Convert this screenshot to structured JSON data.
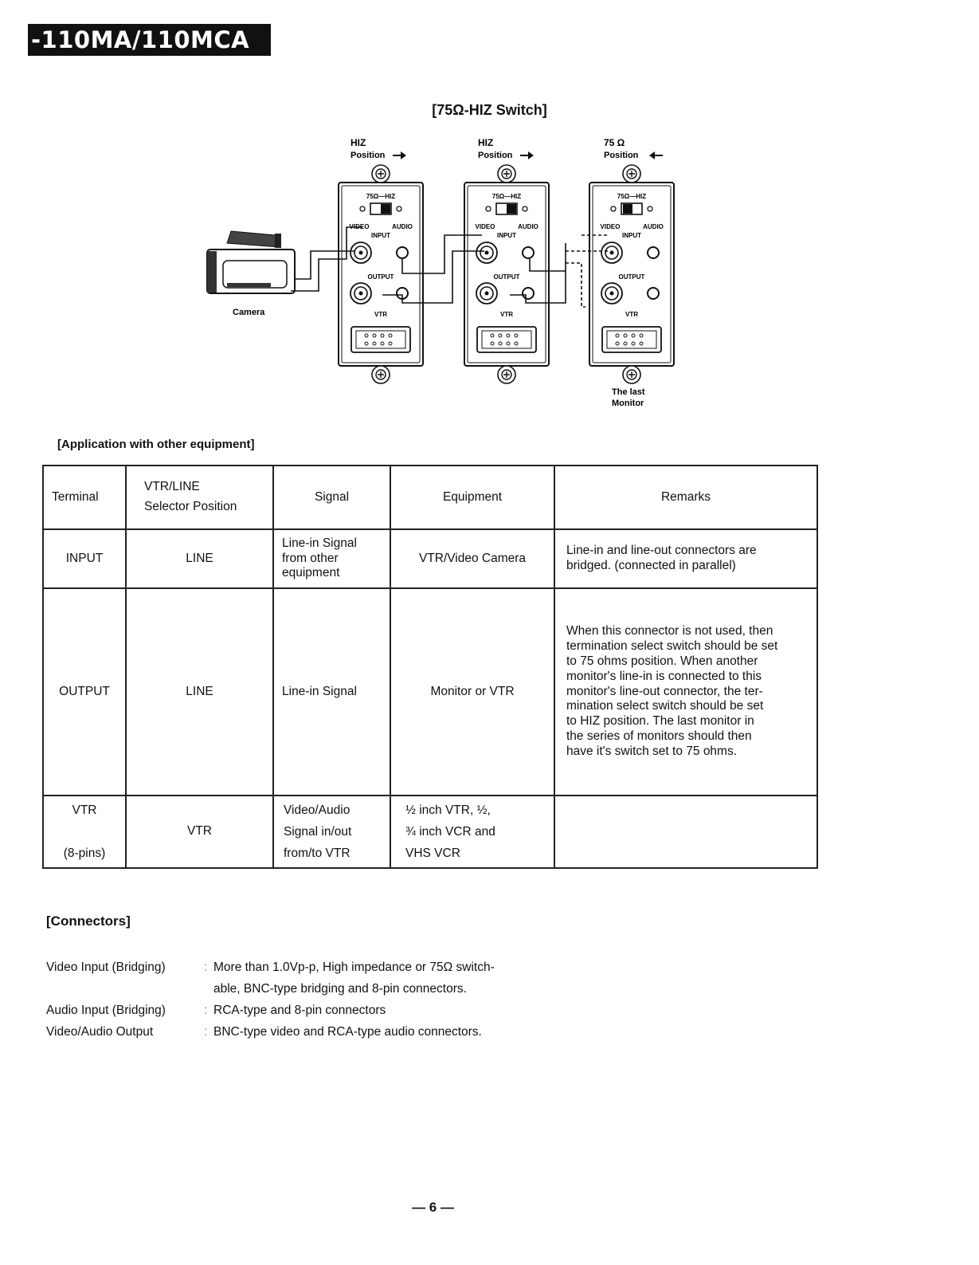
{
  "header": {
    "model": "-110MA/110MCA"
  },
  "figure": {
    "title": "[75Ω-HIZ Switch]",
    "monitors": [
      {
        "position_label": "HIZ",
        "position_word": "Position",
        "arrow": "right",
        "switch": "HIZ"
      },
      {
        "position_label": "HIZ",
        "position_word": "Position",
        "arrow": "right",
        "switch": "HIZ"
      },
      {
        "position_label": "75 Ω",
        "position_word": "Position",
        "arrow": "left",
        "switch": "75"
      }
    ],
    "panel_labels": {
      "switch": "75Ω—HIZ",
      "video": "VIDEO",
      "audio": "AUDIO",
      "input": "INPUT",
      "output": "OUTPUT",
      "vtr": "VTR"
    },
    "camera_label": "Camera",
    "last_monitor_label_1": "The last",
    "last_monitor_label_2": "Monitor"
  },
  "application": {
    "title": "[Application with other equipment]",
    "headers": {
      "terminal": "Terminal",
      "selector_1": "VTR/LINE",
      "selector_2": "Selector Position",
      "signal": "Signal",
      "equipment": "Equipment",
      "remarks": "Remarks"
    },
    "rows": [
      {
        "terminal": "INPUT",
        "selector": "LINE",
        "signal": [
          "Line-in Signal",
          "from other",
          "equipment"
        ],
        "equipment": "VTR/Video Camera",
        "remarks": [
          "Line-in and line-out connectors are",
          "bridged. (connected in parallel)"
        ]
      },
      {
        "terminal": "OUTPUT",
        "selector": "LINE",
        "signal": [
          "Line-in Signal"
        ],
        "equipment": "Monitor or VTR",
        "remarks": [
          "When this connector is not used, then",
          "termination select switch should be set",
          "to 75 ohms position. When another",
          "monitor's line-in is connected to this",
          "monitor's line-out connector, the ter-",
          "mination select switch should be set",
          "to HIZ position. The last monitor in",
          "the series of monitors should then",
          "have it's switch set to 75 ohms."
        ]
      },
      {
        "terminal_1": "VTR",
        "terminal_2": "(8-pins)",
        "selector": "VTR",
        "signal": [
          "Video/Audio",
          "Signal in/out",
          "from/to VTR"
        ],
        "equipment": [
          "½ inch VTR, ½,",
          "¾ inch VCR and",
          "VHS VCR"
        ],
        "remarks": []
      }
    ]
  },
  "connectors": {
    "title": "[Connectors]",
    "items": [
      {
        "label": "Video Input (Bridging)",
        "sep": ":",
        "value": "More than 1.0Vp-p, High impedance or 75Ω switch-"
      },
      {
        "label": "",
        "sep": "",
        "value": "able, BNC-type bridging and 8-pin connectors."
      },
      {
        "label": "Audio Input (Bridging)",
        "sep": ":",
        "value": "RCA-type and 8-pin connectors"
      },
      {
        "label": "Video/Audio Output",
        "sep": ":",
        "value": "BNC-type video and RCA-type audio connectors."
      }
    ]
  },
  "page_number": "— 6 —"
}
